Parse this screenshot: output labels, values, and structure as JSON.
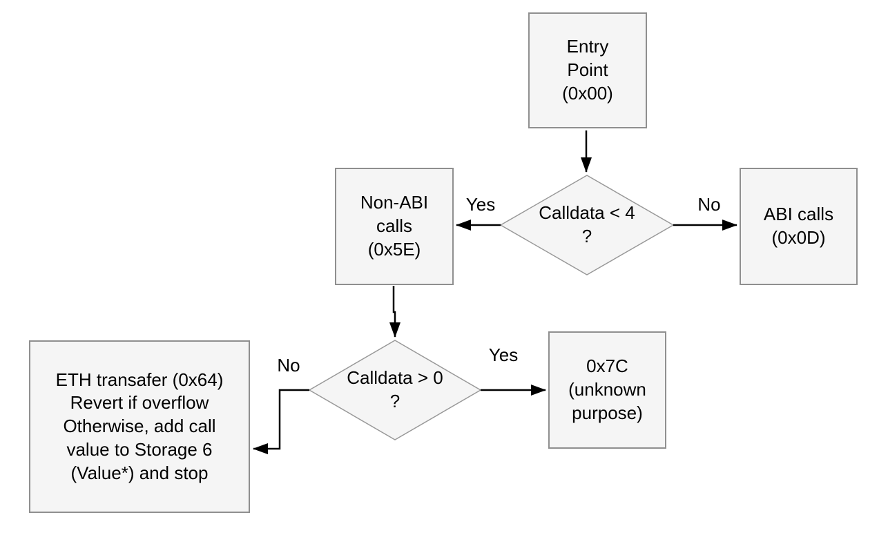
{
  "diagram": {
    "title": "contract-control-flow",
    "nodes": {
      "entry": {
        "label": "Entry\nPoint\n(0x00)"
      },
      "decision1": {
        "label": "Calldata < 4\n?"
      },
      "non_abi": {
        "label": "Non-ABI\ncalls\n(0x5E)"
      },
      "abi": {
        "label": "ABI calls\n(0x0D)"
      },
      "decision2": {
        "label": "Calldata > 0\n?"
      },
      "unknown": {
        "label": "0x7C\n(unknown\npurpose)"
      },
      "eth_transfer": {
        "label": "ETH transafer (0x64)\nRevert if overflow\nOtherwise, add call\nvalue to Storage 6\n(Value*) and stop"
      }
    },
    "edges": {
      "d1_yes": "Yes",
      "d1_no": "No",
      "d2_yes": "Yes",
      "d2_no": "No"
    },
    "colors": {
      "background": "#ffffff",
      "node_fill": "#f5f5f5",
      "node_border": "#8f8f8f",
      "diamond_border": "#999999",
      "arrow": "#000000",
      "text": "#000000"
    }
  }
}
